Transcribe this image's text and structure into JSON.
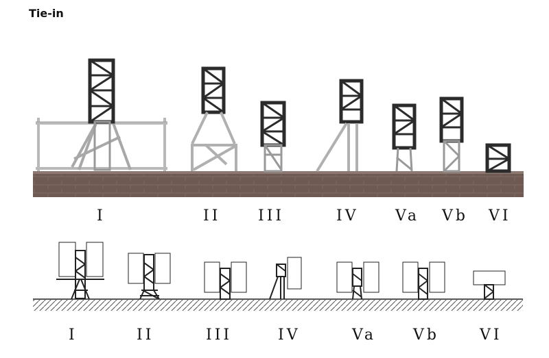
{
  "title": "Tie-in",
  "top_labels": [
    "I",
    "II",
    "III",
    "IV",
    "Va",
    "Vb",
    "VI"
  ],
  "bottom_labels": [
    "I",
    "II",
    "III",
    "IV",
    "Va",
    "Vb",
    "VI"
  ],
  "colors": {
    "wall": "#6e5a52",
    "wall_mortar": "#8c7a72",
    "mast": "#2b2b2b",
    "brace": "#b9b9b9",
    "ground_hatch": "#444444"
  }
}
